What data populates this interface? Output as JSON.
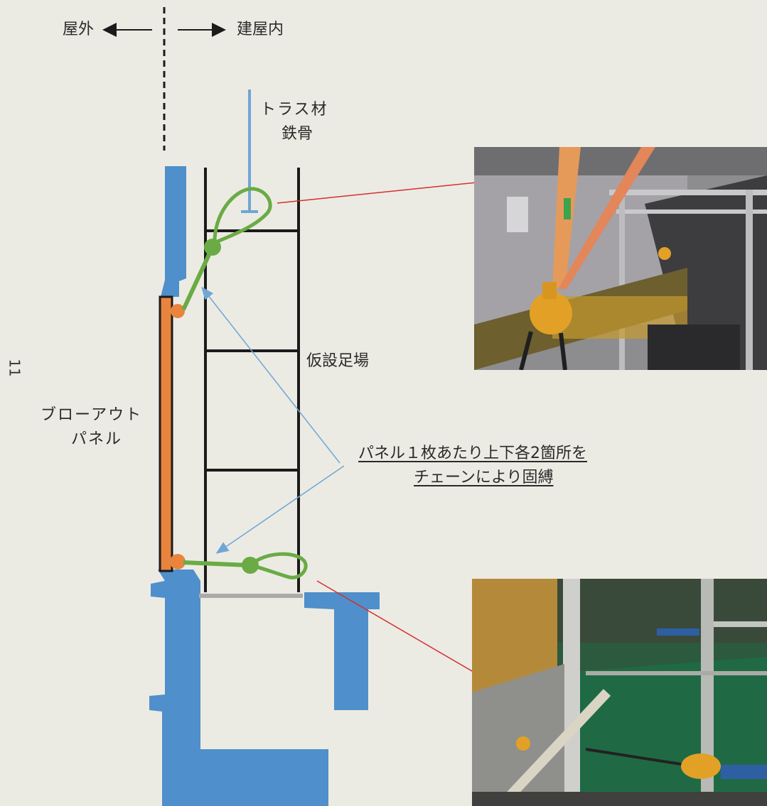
{
  "header": {
    "left_label": "屋外",
    "right_label": "建屋内"
  },
  "labels": {
    "truss": "トラス材",
    "steel": "鉄骨",
    "scaffold": "仮設足場",
    "panel_line1": "ブローアウト",
    "panel_line2": "パネル",
    "note_line1": "パネル１枚あたり上下各2箇所を",
    "note_line2": "チェーンにより固縛"
  },
  "page_number": "11",
  "colors": {
    "wall": "#4f8fcb",
    "panel": "#e8843e",
    "sling": "#6aab45",
    "scaffold": "#1b1b1b",
    "arrow_red": "#d43030",
    "arrow_blue": "#6fa6d6",
    "background": "#ecebe3"
  },
  "photos": [
    {
      "name": "upper-fastening-photo",
      "description_icon": "chain-hoist-icon"
    },
    {
      "name": "lower-fastening-photo",
      "description_icon": "chain-hoist-icon"
    }
  ]
}
